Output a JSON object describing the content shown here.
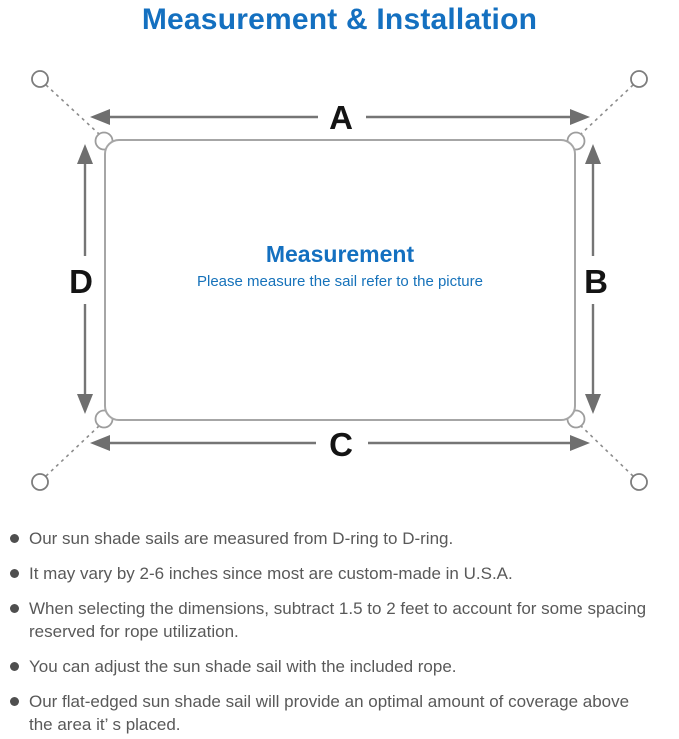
{
  "title": "Measurement & Installation",
  "colors": {
    "title_blue": "#1470c0",
    "center_blue": "#1672ba",
    "text_gray": "#595959",
    "sail_border_gray": "#a6a6a6",
    "arrow_gray": "#6f6f6f",
    "label_black": "#141414"
  },
  "diagram": {
    "labels": {
      "top": "A",
      "right": "B",
      "bottom": "C",
      "left": "D"
    },
    "center_title": "Measurement",
    "center_subtitle": "Please measure the sail refer to the picture",
    "icons": {
      "anchor_point": "circle-outline",
      "d_ring": "half-circle-bump",
      "rope": "dashed-line",
      "measure_arrow": "double-headed-arrow"
    }
  },
  "bullets": [
    "Our sun shade sails are measured from D-ring to D-ring.",
    "It may vary by 2-6 inches since most are custom-made in U.S.A.",
    "When selecting the dimensions, subtract 1.5 to 2 feet to account for some spacing\nreserved for rope utilization.",
    "You can adjust the sun shade sail with the included rope.",
    "Our flat-edged sun shade sail will provide an optimal amount of coverage above\nthe area it’ s placed."
  ]
}
